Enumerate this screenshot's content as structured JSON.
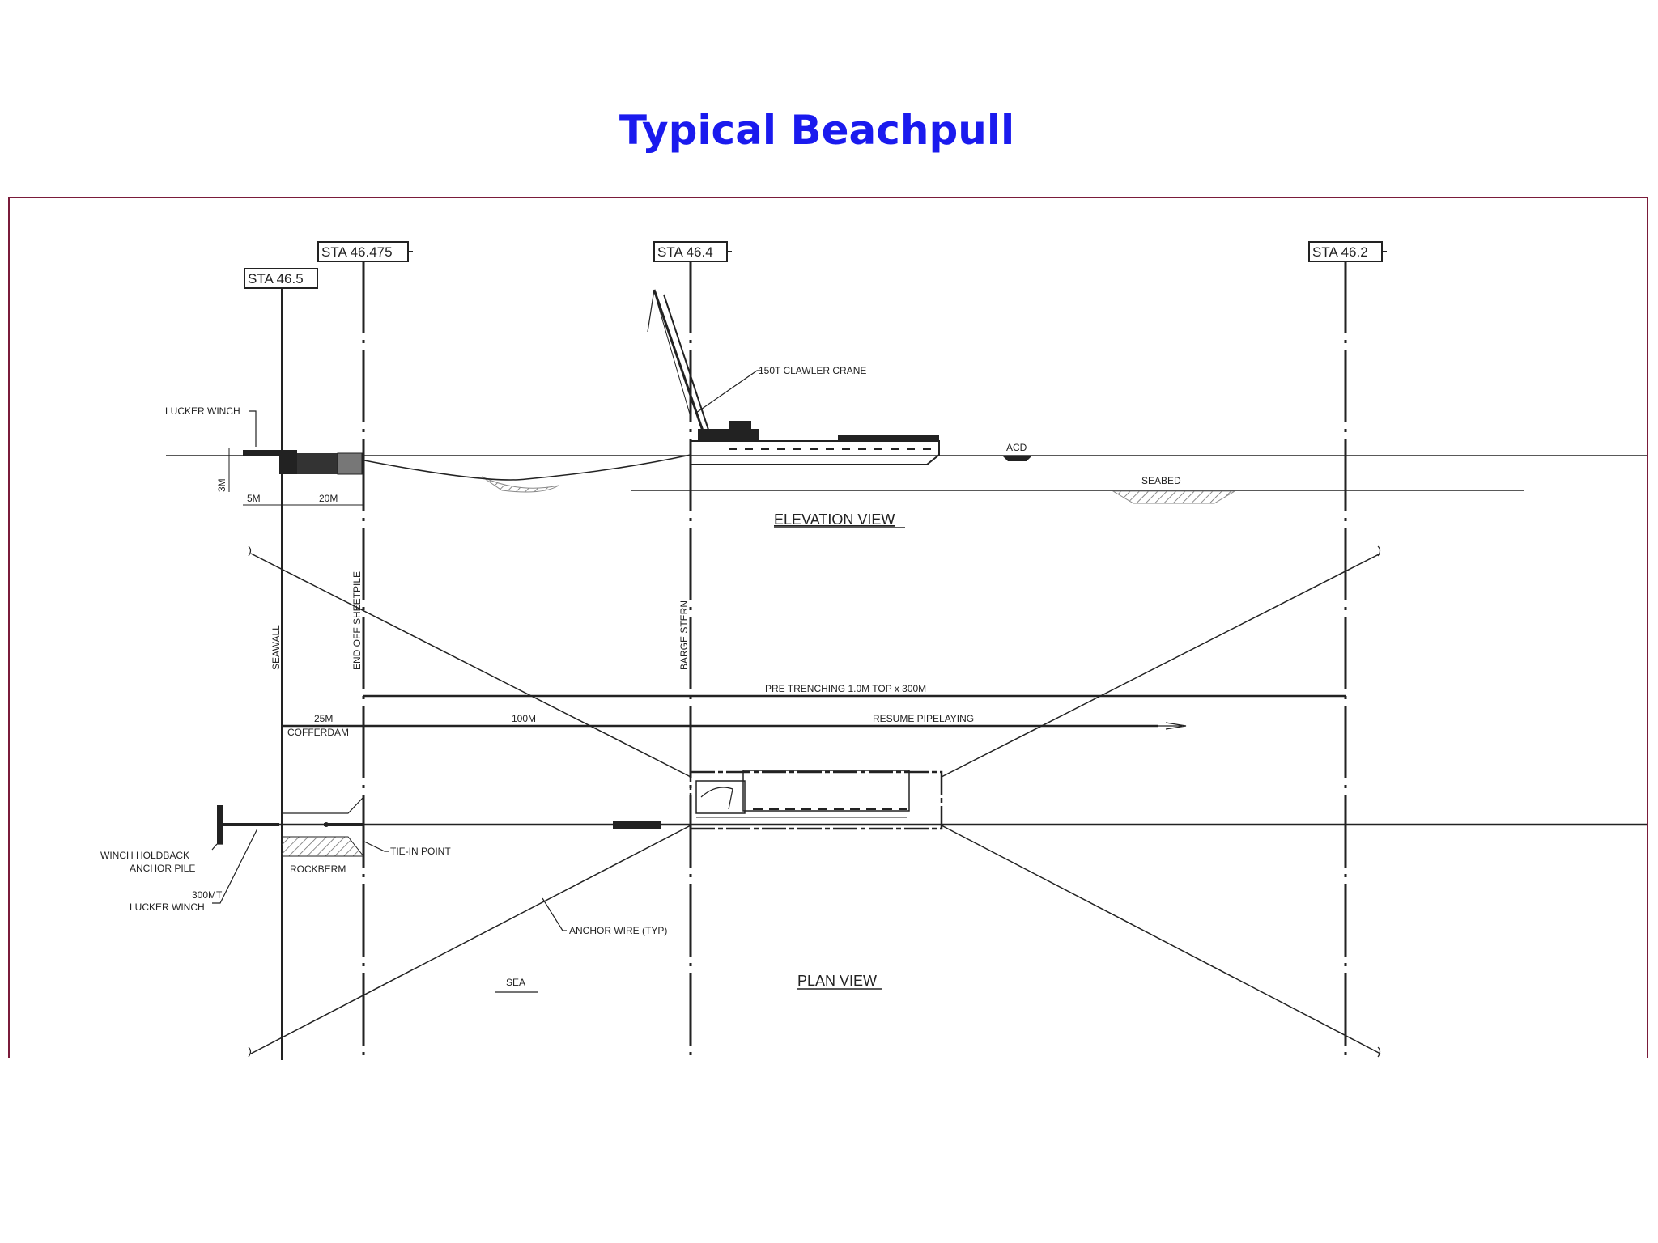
{
  "title": "Typical Beachpull",
  "stations": {
    "sta_465": "STA 46.5",
    "sta_46475": "STA 46.475",
    "sta_464": "STA 46.4",
    "sta_462": "STA 46.2"
  },
  "elevation": {
    "lucker_winch": "LUCKER WINCH",
    "crane": "150T CLAWLER CRANE",
    "acd": "ACD",
    "seabed": "SEABED",
    "dim_3m": "3M",
    "dim_5m": "5M",
    "dim_20m": "20M",
    "view_label": "ELEVATION VIEW"
  },
  "plan": {
    "seawall": "SEAWALL",
    "end_sheetpile": "END OFF SHEETPILE",
    "barge_stern": "BARGE STERN",
    "pre_trenching": "PRE TRENCHING 1.0M TOP x 300M",
    "dim_25m": "25M",
    "cofferdam": "COFFERDAM",
    "dim_100m": "100M",
    "resume_pipelaying": "RESUME PIPELAYING",
    "winch_holdback": "WINCH HOLDBACK",
    "anchor_pile": "ANCHOR PILE",
    "tie_in_point": "TIE-IN POINT",
    "rockberm": "ROCKBERM",
    "lucker_300mt": "300MT",
    "lucker_winch_2": "LUCKER WINCH",
    "anchor_wire": "ANCHOR WIRE (TYP)",
    "sea": "SEA",
    "view_label": "PLAN VIEW"
  }
}
